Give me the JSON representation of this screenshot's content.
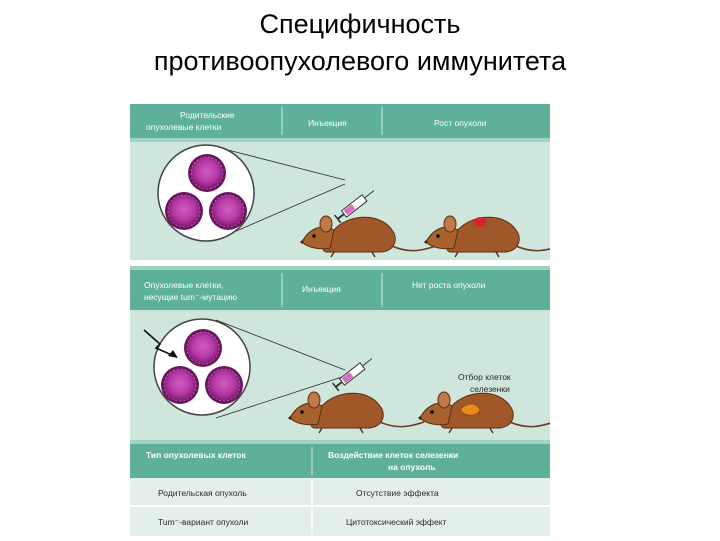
{
  "slide": {
    "title_line1": "Специфичность",
    "title_line2": "противоопухолевого иммунитета"
  },
  "panel1": {
    "header": {
      "col1_line1": "Родительские",
      "col1_line2": "опухолевые клетки",
      "col2": "Инъекция",
      "col3": "Рост опухоли"
    }
  },
  "panel2": {
    "header": {
      "col1_line1": "Опухолевые клетки,",
      "col1_line2": "несущие tum⁻-мутацию",
      "col2": "Инъекция",
      "col3": "Нет роста опухоли"
    },
    "note_line1": "Отбор клеток",
    "note_line2": "селезенки"
  },
  "table": {
    "headers": {
      "col1": "Тип опухолевых клеток",
      "col2_line1": "Воздействие клеток селезенки",
      "col2_line2": "на опухоль"
    },
    "rows": [
      {
        "type": "Родительская опухоль",
        "effect": "Отсутствие эффекта"
      },
      {
        "type": "Tum⁻-вариант опухоли",
        "effect": "Цитотоксический эффект"
      }
    ]
  },
  "colors": {
    "header_teal": "#5fb09a",
    "panel_green": "#cfe6dc",
    "row_light": "#e3efe9",
    "cell_fill": "#b63aa6",
    "cell_ring": "#6b1560",
    "mouse_fur": "#a0582a",
    "tumor": "#d8222e",
    "spleen": "#e88a1e"
  },
  "icons": [
    "syringe-icon",
    "mouse-icon",
    "tumor-cell-icon",
    "mutation-arrow-icon",
    "spleen-icon"
  ]
}
